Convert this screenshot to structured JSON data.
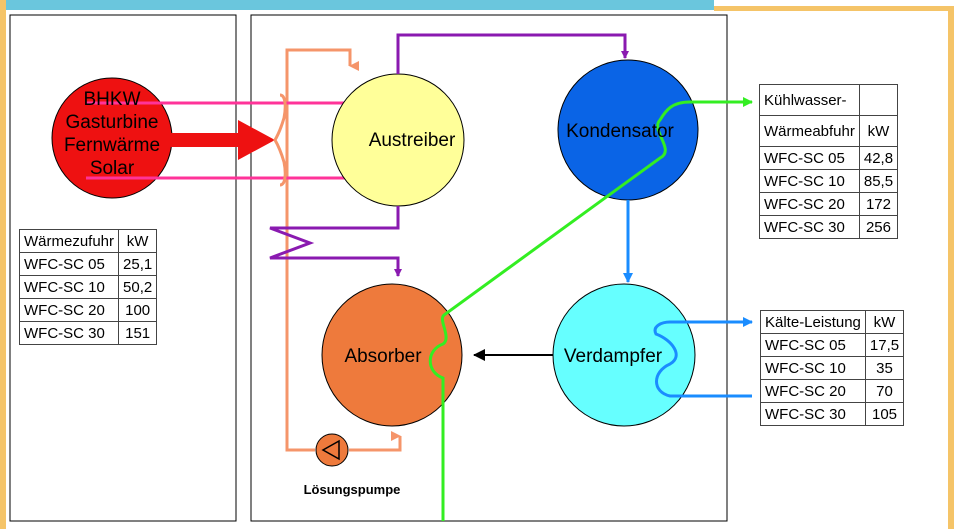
{
  "nodes": {
    "heat_source": [
      "BHKW",
      "Gasturbine",
      "Fernwärme",
      "Solar"
    ],
    "austreiber": "Austreiber",
    "kondensator": "Kondensator",
    "absorber": "Absorber",
    "verdampfer": "Verdampfer",
    "pump": "Lösungspumpe"
  },
  "tables": {
    "waermezufuhr": {
      "header": [
        "Wärmezufuhr",
        "kW"
      ],
      "rows": [
        [
          "WFC-SC 05",
          "25,1"
        ],
        [
          "WFC-SC 10",
          "50,2"
        ],
        [
          "WFC-SC 20",
          "100"
        ],
        [
          "WFC-SC 30",
          "151"
        ]
      ]
    },
    "kuehlwasser": {
      "header_top": "Kühlwasser-",
      "header": [
        "Wärmeabfuhr",
        "kW"
      ],
      "rows": [
        [
          "WFC-SC 05",
          "42,8"
        ],
        [
          "WFC-SC 10",
          "85,5"
        ],
        [
          "WFC-SC 20",
          "172"
        ],
        [
          "WFC-SC 30",
          "256"
        ]
      ]
    },
    "kaelteleistung": {
      "header": [
        "Kälte-Leistung",
        "kW"
      ],
      "rows": [
        [
          "WFC-SC 05",
          "17,5"
        ],
        [
          "WFC-SC 10",
          "35"
        ],
        [
          "WFC-SC 20",
          "70"
        ],
        [
          "WFC-SC 30",
          "105"
        ]
      ]
    }
  },
  "colors": {
    "heat_source": "#ee1111",
    "austreiber": "#ffff99",
    "kondensator": "#0a64e6",
    "absorber": "#ee7a3c",
    "verdampfer": "#66ffff",
    "pink_line": "#ff3399",
    "purple_line": "#8a1ab0",
    "green_line": "#33ee22",
    "blue_line": "#1a8cff",
    "orange_line": "#f5956a"
  }
}
